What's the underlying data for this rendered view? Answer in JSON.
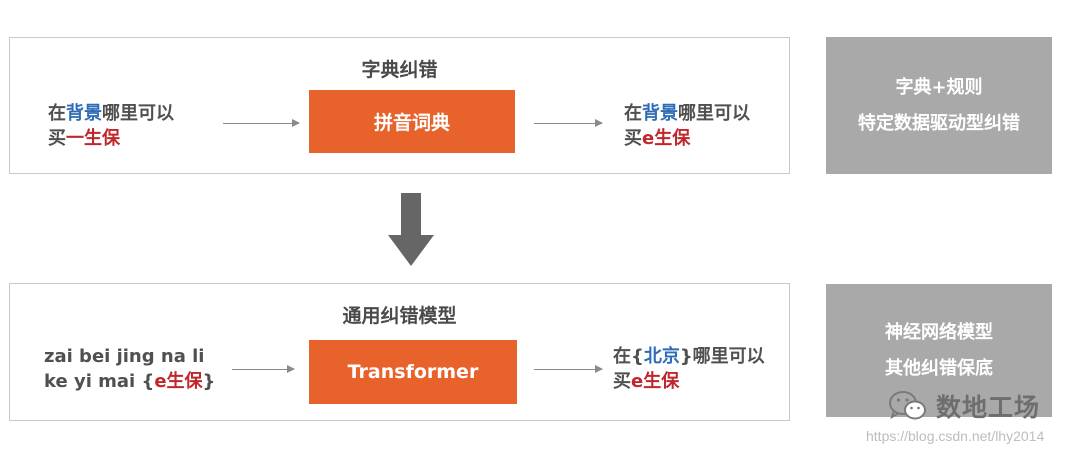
{
  "top_panel": {
    "title": "字典纠错",
    "input": {
      "line1_prefix": "在",
      "line1_highlight": "背景",
      "line1_suffix": "哪里可以",
      "line2_prefix": "买",
      "line2_highlight": "一生保"
    },
    "box_label": "拼音词典",
    "output": {
      "line1_prefix": "在",
      "line1_highlight": "背景",
      "line1_suffix": "哪里可以",
      "line2_prefix": "买",
      "line2_highlight": "e生保"
    }
  },
  "bottom_panel": {
    "title": "通用纠错模型",
    "input": {
      "line1": "zai bei jing na li",
      "line2_prefix": "ke yi mai ",
      "line2_brace_open": "{",
      "line2_highlight": "e生保",
      "line2_brace_close": "}"
    },
    "box_label": "Transformer",
    "output": {
      "line1_prefix": "在",
      "line1_brace_open": "{",
      "line1_highlight": "北京",
      "line1_brace_close": "}",
      "line1_suffix": "哪里可以",
      "line2_prefix": "买",
      "line2_highlight": "e生保"
    }
  },
  "side_top": {
    "line1": "字典+规则",
    "line2": "特定数据驱动型纠错"
  },
  "side_bottom": {
    "line1": "神经网络模型",
    "line2": "其他纠错保底"
  },
  "watermark": {
    "text": "数地工场",
    "url": "https://blog.csdn.net/lhy2014",
    "icon": "wechat-icon"
  },
  "colors": {
    "orange": "#e8622b",
    "gray": "#a9a9a9",
    "blue_highlight": "#2e6cb5",
    "red_highlight": "#c0272d",
    "arrow": "#666666"
  }
}
